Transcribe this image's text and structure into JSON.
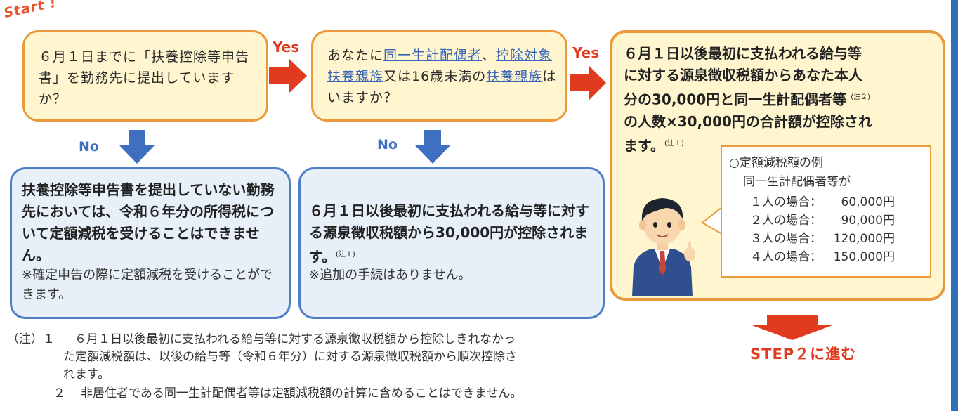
{
  "start_label": "Start !",
  "yes_label": "Yes",
  "no_label": "No",
  "q1_text": "６月１日までに「扶養控除等申告書」を勤務先に提出していますか？",
  "q2": {
    "before": "あなたに",
    "link1": "同一生計配偶者",
    "sep": "、",
    "link2": "控除対象扶養親族",
    "mid": "又は16歳未満の",
    "link3": "扶養親族",
    "after": "はいますか？"
  },
  "result_no1": {
    "bold": "扶養控除等申告書を提出していない勤務先においては、令和６年分の所得税について定額減税を受けることはできません。",
    "note": "※確定申告の際に定額減税を受けることができます。"
  },
  "result_no2": {
    "bold": "６月１日以後最初に支払われる給与等に対する源泉徴収税額から30,000円が控除されます。",
    "sup": "(注１)",
    "note": "※追加の手続はありません。"
  },
  "result_yes": {
    "line1": "６月１日以後最初に支払われる給与等",
    "line2": "に対する源泉徴収税額からあなた本人",
    "line3": "分の30,000円と同一生計配偶者等",
    "sup2": "(注２)",
    "line4": "の人数×30,000円の合計額が控除され",
    "line5": "ます。",
    "sup1": "(注１)"
  },
  "example": {
    "title": "○定額減税額の例",
    "subtitle": "同一生計配偶者等が",
    "rows": [
      {
        "label": "１人の場合：",
        "amount": "60,000円"
      },
      {
        "label": "２人の場合：",
        "amount": "90,000円"
      },
      {
        "label": "３人の場合：",
        "amount": "120,000円"
      },
      {
        "label": "４人の場合：",
        "amount": "150,000円"
      }
    ]
  },
  "step2_label": "STEP２に進む",
  "notes": {
    "prefix": "（注）１",
    "n1_line1": "６月１日以後最初に支払われる給与等に対する源泉徴収税額から控除しきれなかっ",
    "n1_line2": "た定額減税額は、以後の給与等（令和６年分）に対する源泉徴収税額から順次控除さ",
    "n1_line3": "れます。",
    "n2_num": "２",
    "n2_text": "非居住者である同一生計配偶者等は定額減税額の計算に含めることはできません。"
  },
  "colors": {
    "yellow_fill": "#fff6cf",
    "orange_border": "#e89a3c",
    "blue_fill": "#e7eff9",
    "blue_border": "#4f7ec7",
    "red_arrow": "#e03a1f",
    "blue_arrow": "#3f6fc0"
  },
  "icons": [
    "right-arrow-icon",
    "down-arrow-icon",
    "businessman-icon"
  ]
}
